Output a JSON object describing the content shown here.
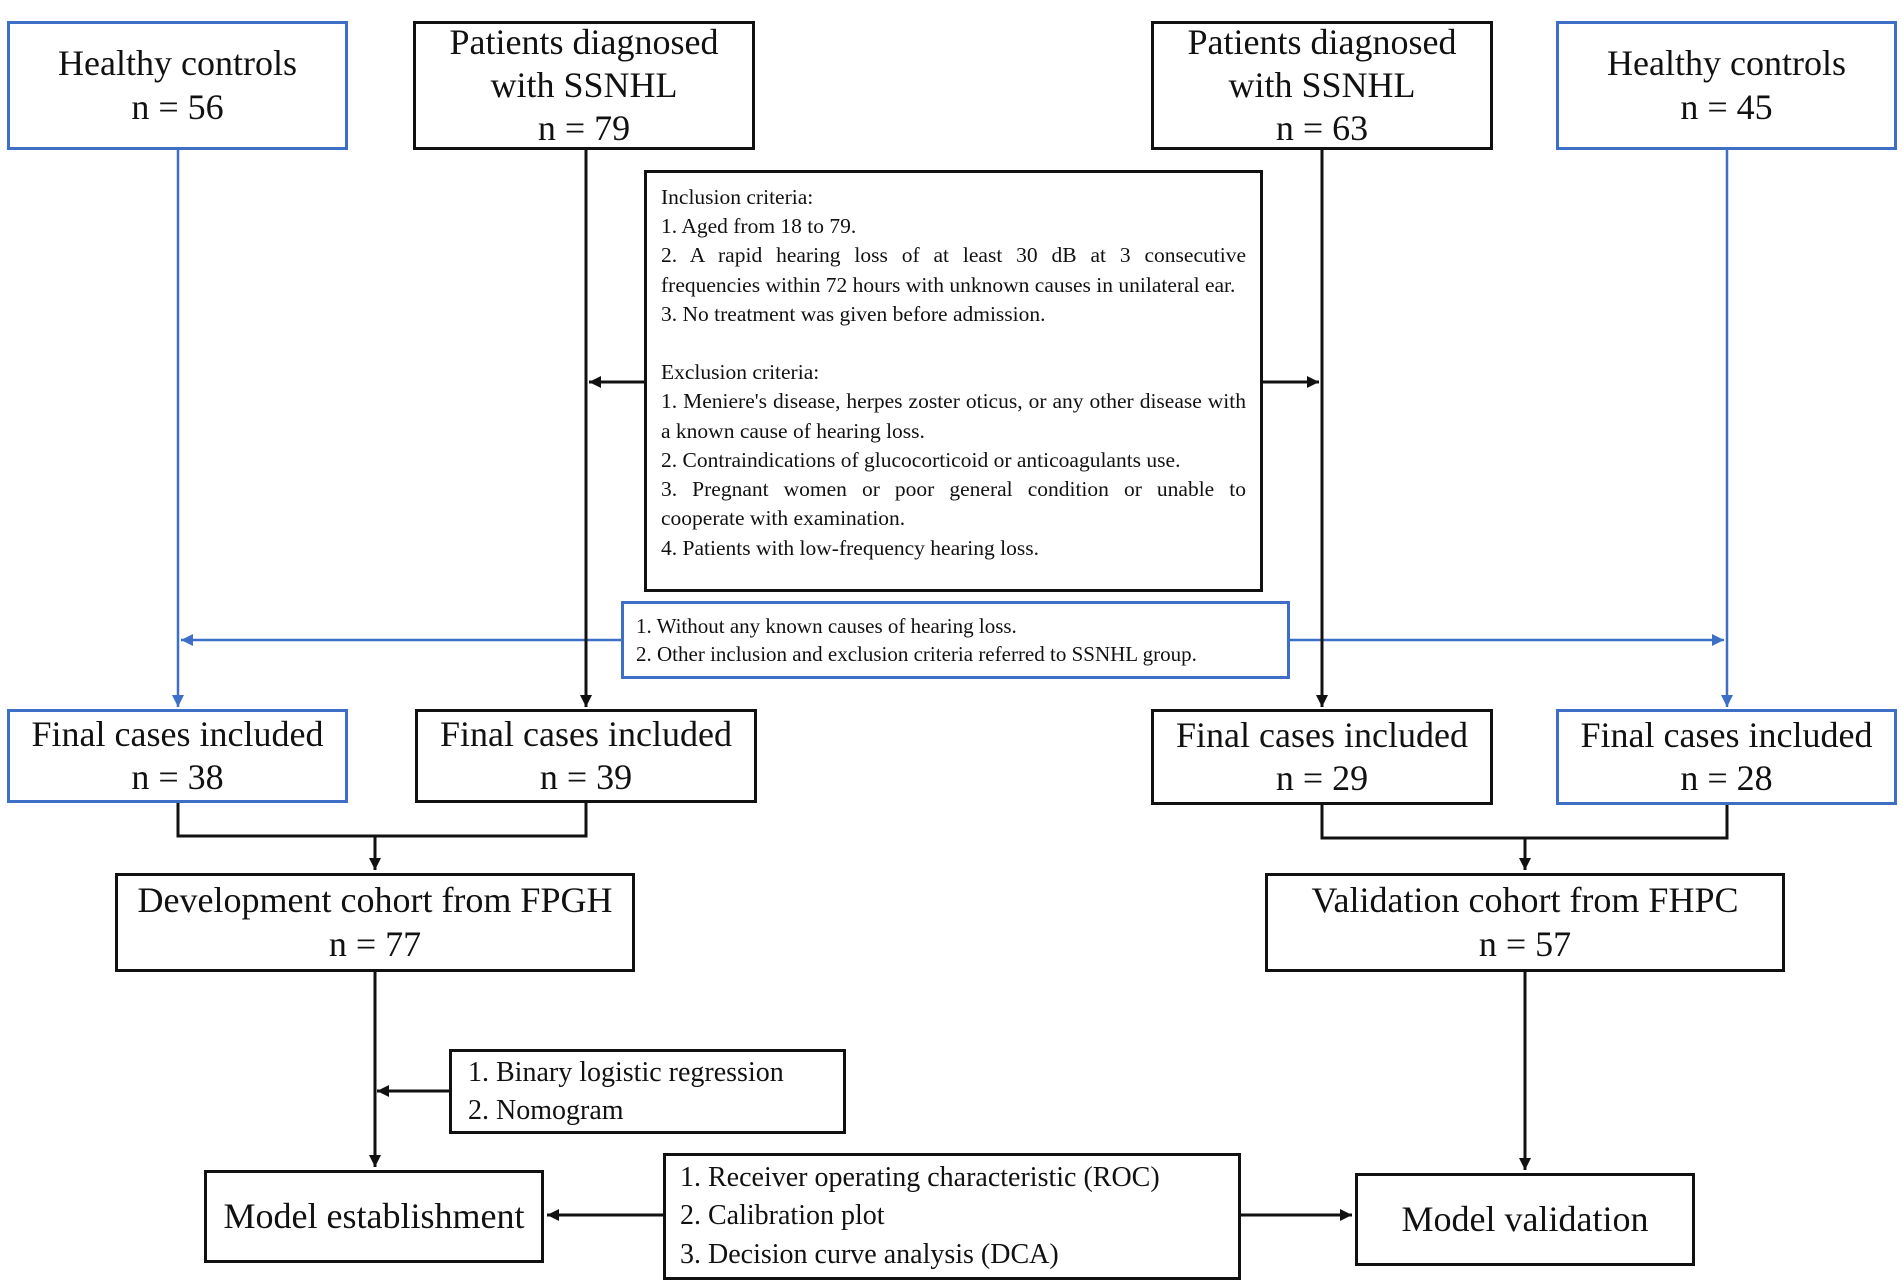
{
  "top": {
    "healthy_left": {
      "title": "Healthy controls",
      "n": "n = 56"
    },
    "patients_left": {
      "title_line1": "Patients diagnosed",
      "title_line2": "with SSNHL",
      "n": "n = 79"
    },
    "patients_right": {
      "title_line1": "Patients diagnosed",
      "title_line2": "with SSNHL",
      "n": "n = 63"
    },
    "healthy_right": {
      "title": "Healthy controls",
      "n": "n = 45"
    }
  },
  "criteria": {
    "inclusion_title": "Inclusion criteria:",
    "inclusion": [
      "1. Aged from 18 to 79.",
      "2. A rapid hearing loss of at least 30 dB at 3 consecutive frequencies within 72 hours with unknown causes in unilateral ear.",
      "3. No treatment was given before admission."
    ],
    "exclusion_title": "Exclusion criteria:",
    "exclusion": [
      "1. Meniere's disease, herpes zoster oticus, or any other disease with a known cause of hearing loss.",
      "2. Contraindications of glucocorticoid or anticoagulants use.",
      "3. Pregnant women or poor general condition or unable to cooperate with examination.",
      "4. Patients with low-frequency hearing loss."
    ]
  },
  "control_criteria": [
    "1. Without any known causes of hearing loss.",
    "2. Other inclusion and exclusion criteria referred to SSNHL group."
  ],
  "final": {
    "title": "Final cases included",
    "healthy_left_n": "n = 38",
    "patients_left_n": "n = 39",
    "patients_right_n": "n = 29",
    "healthy_right_n": "n = 28"
  },
  "cohorts": {
    "development": {
      "title": "Development cohort from FPGH",
      "n": "n = 77"
    },
    "validation": {
      "title": "Validation cohort from FHPC",
      "n": "n = 57"
    }
  },
  "methods": [
    "1. Binary logistic regression",
    "2. Nomogram"
  ],
  "evaluation": [
    "1. Receiver operating characteristic (ROC)",
    "2. Calibration plot",
    "3. Decision curve analysis (DCA)"
  ],
  "outcomes": {
    "establishment": "Model establishment",
    "validation": "Model validation"
  },
  "colors": {
    "blue": "#3d6fc6",
    "black": "#111111"
  }
}
